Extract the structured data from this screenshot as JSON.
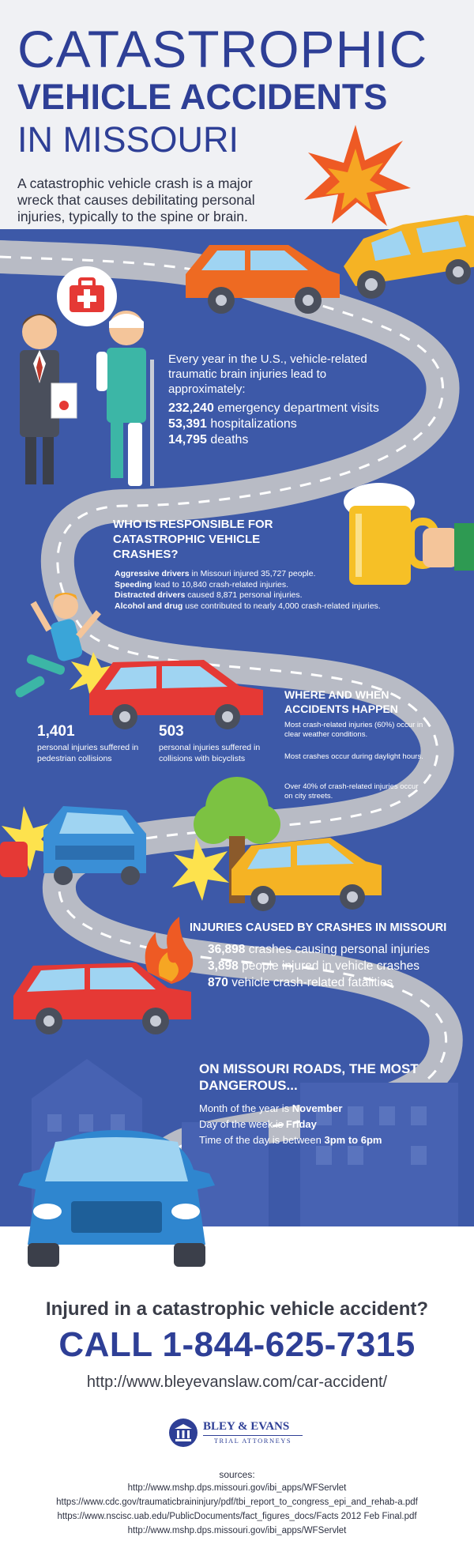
{
  "header": {
    "title_line1": "CATASTROPHIC",
    "title_line2": "VEHICLE ACCIDENTS",
    "title_line3": "IN MISSOURI",
    "intro": "A catastrophic vehicle crash is a major wreck that causes debilitating personal injuries, typically to the spine or brain."
  },
  "tbi": {
    "lead": "Every year in the U.S., vehicle-related traumatic brain injuries lead to approximately:",
    "stats": [
      {
        "num": "232,240",
        "text": "emergency department visits"
      },
      {
        "num": "53,391",
        "text": "hospitalizations"
      },
      {
        "num": "14,795",
        "text": "deaths"
      }
    ]
  },
  "responsible": {
    "heading": "WHO IS RESPONSIBLE FOR CATASTROPHIC VEHICLE CRASHES?",
    "items": [
      {
        "bold": "Aggressive drivers",
        "text": "in Missouri injured 35,727 people."
      },
      {
        "bold": "Speeding",
        "text": "lead to 10,840 crash-related injuries."
      },
      {
        "bold": "Distracted drivers",
        "text": "caused 8,871 personal injuries."
      },
      {
        "bold": "Alcohol and drug",
        "text": "use contributed to nearly 4,000 crash-related injuries."
      }
    ]
  },
  "pedestrian": {
    "stat1_num": "1,401",
    "stat1_text": "personal injuries suffered in pedestrian collisions",
    "stat2_num": "503",
    "stat2_text": "personal injuries suffered in collisions with bicyclists"
  },
  "where_when": {
    "heading": "WHERE AND WHEN ACCIDENTS HAPPEN",
    "items": [
      "Most crash-related injuries (60%) occur in clear weather conditions.",
      "Most crashes occur during daylight hours.",
      "Over 40% of crash-related injuries occur on city streets."
    ]
  },
  "injuries": {
    "heading": "INJURIES CAUSED BY CRASHES IN MISSOURI",
    "stats": [
      {
        "num": "36,898",
        "text": "crashes causing personal injuries"
      },
      {
        "num": "3,898",
        "text": "people injured in vehicle crashes"
      },
      {
        "num": "870",
        "text": "vehicle crash-related fatalities"
      }
    ]
  },
  "dangerous": {
    "heading": "ON MISSOURI ROADS, THE MOST DANGEROUS...",
    "month_label": "Month of the year is",
    "month": "November",
    "day_label": "Day of the week is",
    "day": "Friday",
    "time_label": "Time of the day is between",
    "time": "3pm to 6pm"
  },
  "footer": {
    "question": "Injured in a catastrophic vehicle accident?",
    "call": "CALL 1-844-625-7315",
    "url": "http://www.bleyevanslaw.com/car-accident/",
    "logo_name": "BLEY & EVANS",
    "logo_sub": "TRIAL ATTORNEYS",
    "sources_title": "sources:",
    "sources": [
      "http://www.mshp.dps.missouri.gov/ibi_apps/WFServlet",
      "https://www.cdc.gov/traumaticbraininjury/pdf/tbi_report_to_congress_epi_and_rehab-a.pdf",
      "https://www.nscisc.uab.edu/PublicDocuments/fact_figures_docs/Facts 2012 Feb Final.pdf",
      "http://www.mshp.dps.missouri.gov/ibi_apps/WFServlet"
    ]
  },
  "colors": {
    "brand_blue": "#2e3f96",
    "background_blue": "#3d59a8",
    "road_gray": "#b8bbc5",
    "accent_orange": "#f08a24"
  }
}
